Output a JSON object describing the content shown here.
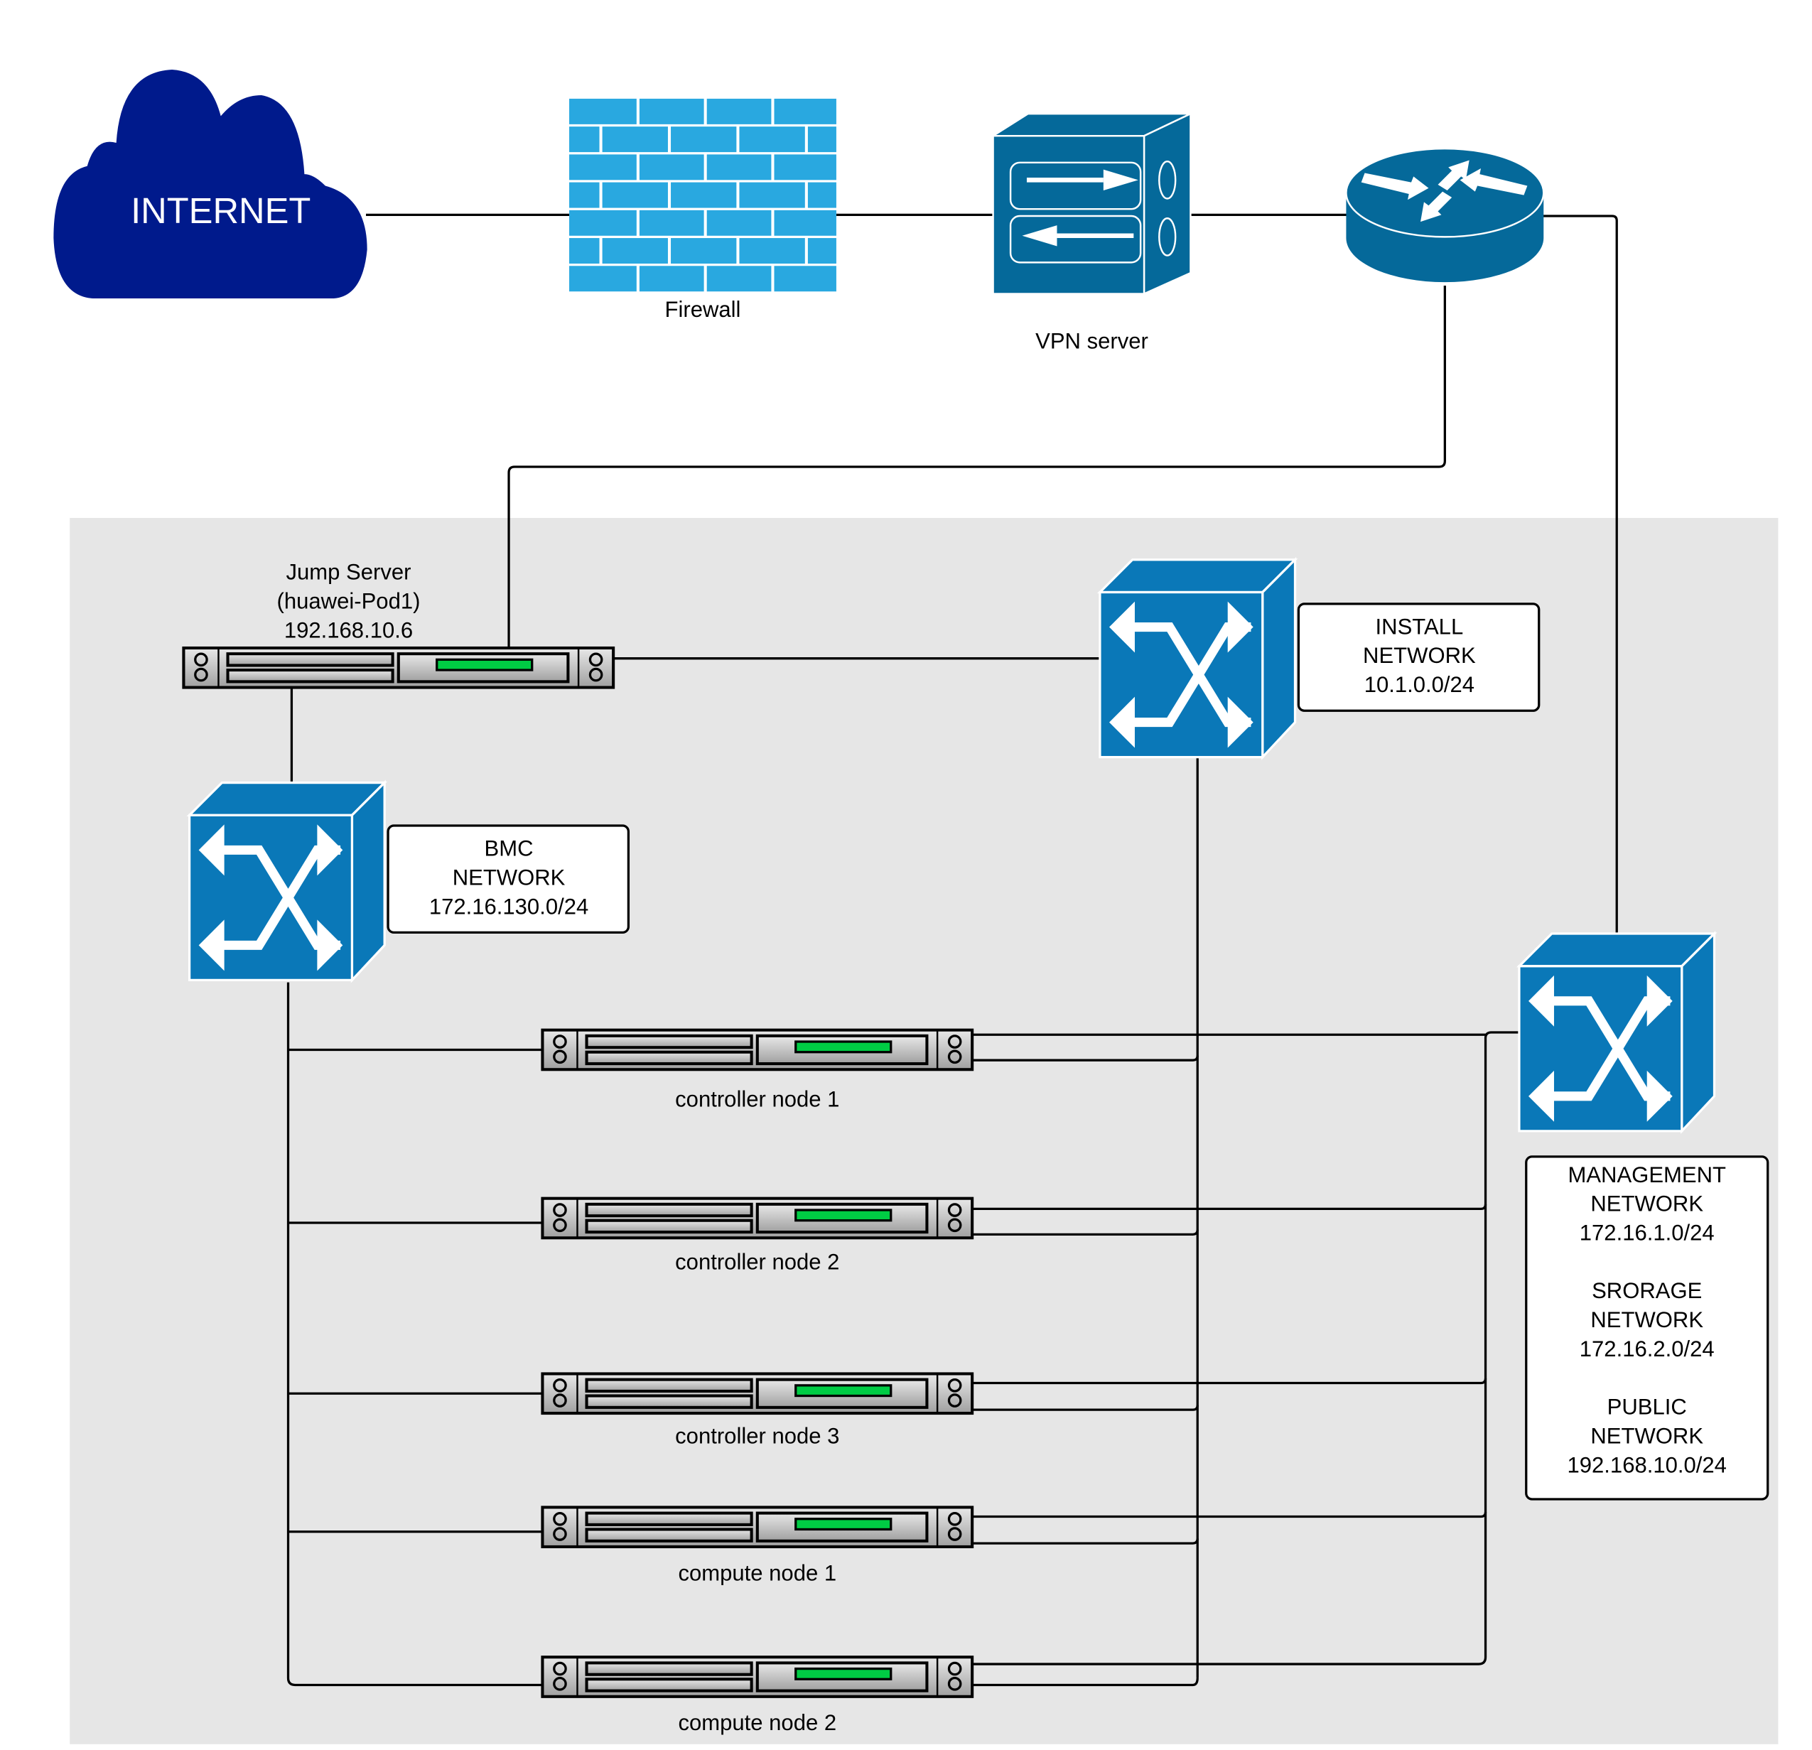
{
  "title": "Network topology diagram",
  "colors": {
    "cloud": "#001a8c",
    "firewall": "#29a8e0",
    "device": "#05699a",
    "switch": "#0a78b8",
    "zone_bg": "#e6e6e6",
    "server_led": "#00cc44"
  },
  "external": {
    "internet": {
      "label": "INTERNET",
      "icon": "cloud-icon"
    },
    "firewall": {
      "label": "Firewall",
      "icon": "firewall-icon"
    },
    "vpn": {
      "label": "VPN server",
      "icon": "vpn-server-icon"
    },
    "router": {
      "label": "",
      "icon": "router-icon"
    }
  },
  "jump_server": {
    "lines": [
      "Jump Server",
      "(huawei-Pod1)",
      "192.168.10.6"
    ]
  },
  "networks": {
    "install": [
      "INSTALL",
      "NETWORK",
      "10.1.0.0/24"
    ],
    "bmc": [
      "BMC",
      "NETWORK",
      "172.16.130.0/24"
    ],
    "combined": [
      "MANAGEMENT",
      "NETWORK",
      "172.16.1.0/24",
      "",
      "SRORAGE",
      "NETWORK",
      "172.16.2.0/24",
      "",
      "PUBLIC",
      "NETWORK",
      "192.168.10.0/24"
    ]
  },
  "nodes": [
    {
      "label": "controller node 1"
    },
    {
      "label": "controller node 2"
    },
    {
      "label": "controller node 3"
    },
    {
      "label": "compute node 1"
    },
    {
      "label": "compute node 2"
    }
  ]
}
